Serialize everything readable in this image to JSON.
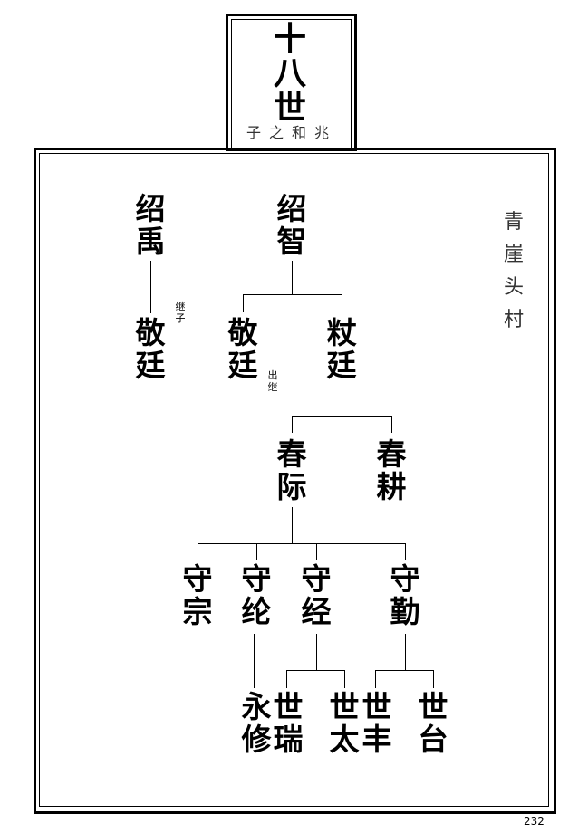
{
  "header": {
    "generation": "十八世",
    "subtitle": "子之和兆"
  },
  "village": "青崖头村",
  "tree": {
    "gen1": [
      {
        "name": "绍禹"
      },
      {
        "name": "绍智"
      }
    ],
    "gen2": [
      {
        "name": "敬廷",
        "note": "继子"
      },
      {
        "name": "敬廷",
        "note": "出继"
      },
      {
        "name": "粀廷"
      }
    ],
    "gen3": [
      {
        "name": "春际"
      },
      {
        "name": "春耕"
      }
    ],
    "gen4": [
      {
        "name": "守宗"
      },
      {
        "name": "守纶"
      },
      {
        "name": "守经"
      },
      {
        "name": "守勤"
      }
    ],
    "gen5": [
      {
        "name": "永修"
      },
      {
        "name": "世瑞"
      },
      {
        "name": "世太"
      },
      {
        "name": "世丰"
      },
      {
        "name": "世台"
      }
    ]
  },
  "page_number": "232"
}
